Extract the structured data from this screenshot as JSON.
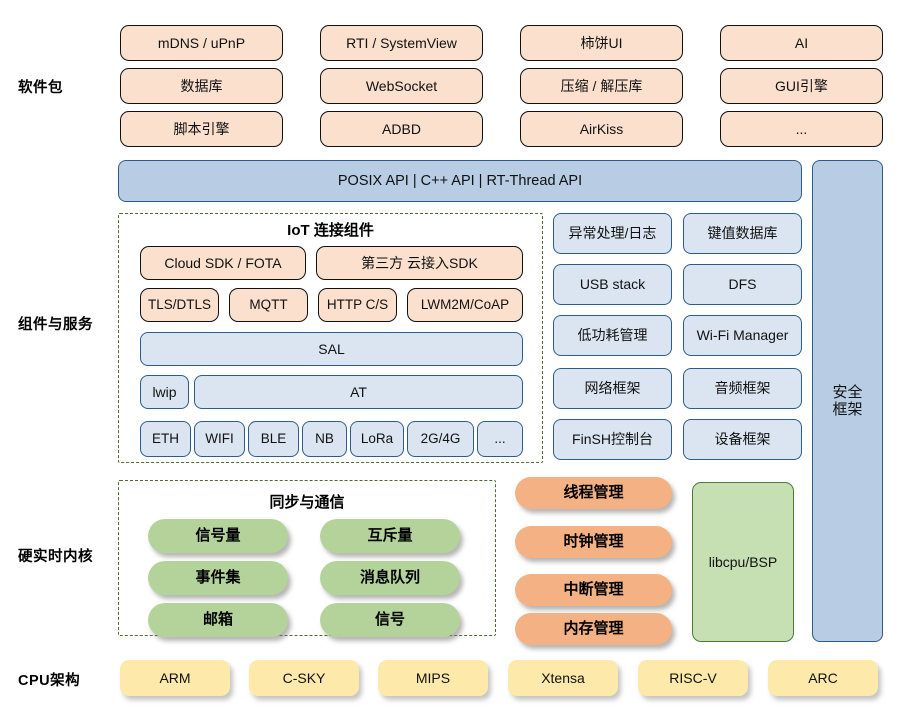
{
  "diagram": {
    "title": "RT-Thread Architecture Stack",
    "colors": {
      "package_fill": "#fbe0ce",
      "component_fill": "#dbe5f1",
      "api_fill": "#b8cce4",
      "kernel_sync_fill": "#b4d39a",
      "kernel_mgmt_fill": "#f4b183",
      "bsp_fill": "#c6e0b4",
      "cpu_fill": "#fde9a9",
      "group_border": "#4a6b33",
      "box_border": "#2e5c8a"
    }
  },
  "row_labels": {
    "software_packages": "软件包",
    "components_services": "组件与服务",
    "hard_realtime_kernel": "硬实时内核",
    "cpu_arch": "CPU架构"
  },
  "software_packages": {
    "columns": [
      [
        "mDNS / uPnP",
        "数据库",
        "脚本引擎"
      ],
      [
        "RTI / SystemView",
        "WebSocket",
        "ADBD"
      ],
      [
        "柿饼UI",
        "压缩 / 解压库",
        "AirKiss"
      ],
      [
        "AI",
        "GUI引擎",
        "..."
      ]
    ]
  },
  "api_bar": {
    "label": "POSIX API  |  C++ API  |  RT-Thread API"
  },
  "iot_group": {
    "title": "IoT 连接组件",
    "row_sdk": [
      "Cloud SDK / FOTA",
      "第三方 云接入SDK"
    ],
    "row_protocol": [
      "TLS/DTLS",
      "MQTT",
      "HTTP C/S",
      "LWM2M/CoAP"
    ],
    "sal": "SAL",
    "row_at": [
      "lwip",
      "AT"
    ],
    "row_link": [
      "ETH",
      "WIFI",
      "BLE",
      "NB",
      "LoRa",
      "2G/4G",
      "..."
    ]
  },
  "components": {
    "column_left": [
      "异常处理/日志",
      "USB stack",
      "低功耗管理",
      "网络框架",
      "FinSH控制台"
    ],
    "column_right": [
      "键值数据库",
      "DFS",
      "Wi-Fi Manager",
      "音频框架",
      "设备框架"
    ]
  },
  "security_framework": {
    "line1": "安全",
    "line2": "框架"
  },
  "kernel_group": {
    "title": "同步与通信",
    "column_left": [
      "信号量",
      "事件集",
      "邮箱"
    ],
    "column_right": [
      "互斥量",
      "消息队列",
      "信号"
    ]
  },
  "kernel_management": {
    "items": [
      "线程管理",
      "时钟管理",
      "中断管理",
      "内存管理"
    ]
  },
  "bsp": {
    "label": "libcpu/BSP"
  },
  "cpu_arch": {
    "items": [
      "ARM",
      "C-SKY",
      "MIPS",
      "Xtensa",
      "RISC-V",
      "ARC"
    ]
  }
}
